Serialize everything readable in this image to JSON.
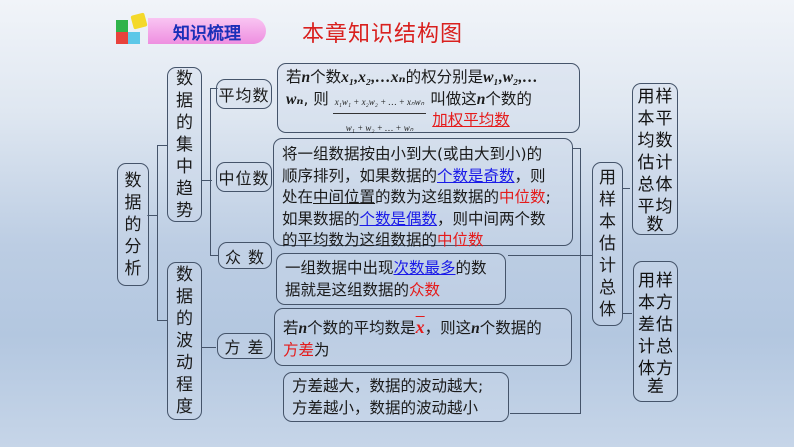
{
  "header": {
    "badge_label": "知识梳理",
    "title": "本章知识结构图",
    "badge_colors": {
      "green": "#2fb34a",
      "red": "#e8423c",
      "cyan": "#5cc7e8",
      "yellow": "#f4d92b",
      "pill": "#f2a0e6"
    },
    "title_color": "#d9201e"
  },
  "root": {
    "chars": [
      "数",
      "据",
      "的",
      "分",
      "析"
    ]
  },
  "branches": {
    "central": {
      "chars": [
        "数",
        "据",
        "的",
        "集",
        "中",
        "趋",
        "势"
      ]
    },
    "dispersion": {
      "chars": [
        "数",
        "据",
        "的",
        "波",
        "动",
        "程",
        "度"
      ]
    }
  },
  "concepts": {
    "mean": "平均数",
    "median": "中位数",
    "mode": "众 数",
    "variance": "方 差"
  },
  "definitions": {
    "mean": {
      "l1_a": "若",
      "n": "n",
      "l1_b": "个数",
      "l1_x": "x₁,x₂,…xₙ",
      "l1_c": "的权分别是",
      "l1_w": "w₁,w₂,…",
      "l2_w": "wₙ",
      "l2_a": ", 则",
      "frac_num": "x₁w₁ + x₂w₂ + … + xₙwₙ",
      "frac_den": "w₁ + w₂ + … + wₙ",
      "l2_b": "叫做这",
      "l2_c": "个数的",
      "term": "加权平均数"
    },
    "median": {
      "l1": "将一组数据按由小到大(或由大到小)的",
      "l2_a": "顺序排列，如果数据的",
      "l2_blue": "个数是奇数",
      "l2_b": "，则",
      "l3_a": "处在",
      "l3_u": "中间位置",
      "l3_b": "的数为这组数据的",
      "l3_red": "中位数",
      "l3_c": ";",
      "l4_a": "如果数据的",
      "l4_blue": "个数是偶数",
      "l4_b": "，则中间两个数",
      "l5_a": "的平均数为这组数据的",
      "l5_red": "中位数"
    },
    "mode": {
      "l1_a": "一组数据中出现",
      "l1_blue": "次数最多",
      "l1_b": "的数",
      "l2_a": "据就是这组数据的",
      "l2_red": "众数"
    },
    "variance": {
      "l1_a": "若",
      "n": "n",
      "l1_b": "个数的平均数是",
      "xbar": "x",
      "l1_c": "，则这",
      "l1_d": "个数据的",
      "l2_red": "方差",
      "l2_b": "为"
    },
    "variance_note": {
      "l1": "方差越大，数据的波动越大;",
      "l2": "方差越小，数据的波动越小"
    }
  },
  "sampling": {
    "main": {
      "chars": [
        "用",
        "样",
        "本",
        "估",
        "计",
        "总",
        "体"
      ]
    },
    "mean_est": {
      "rows": [
        [
          "用",
          "样"
        ],
        [
          "本",
          "平"
        ],
        [
          "均",
          "数"
        ],
        [
          "估",
          "计"
        ],
        [
          "总",
          "体"
        ],
        [
          "平",
          "均"
        ]
      ],
      "last": "数"
    },
    "var_est": {
      "rows": [
        [
          "用",
          "样"
        ],
        [
          "本",
          "方"
        ],
        [
          "差",
          "估"
        ],
        [
          "计",
          "总"
        ],
        [
          "体",
          "方"
        ]
      ],
      "last": "差"
    }
  }
}
